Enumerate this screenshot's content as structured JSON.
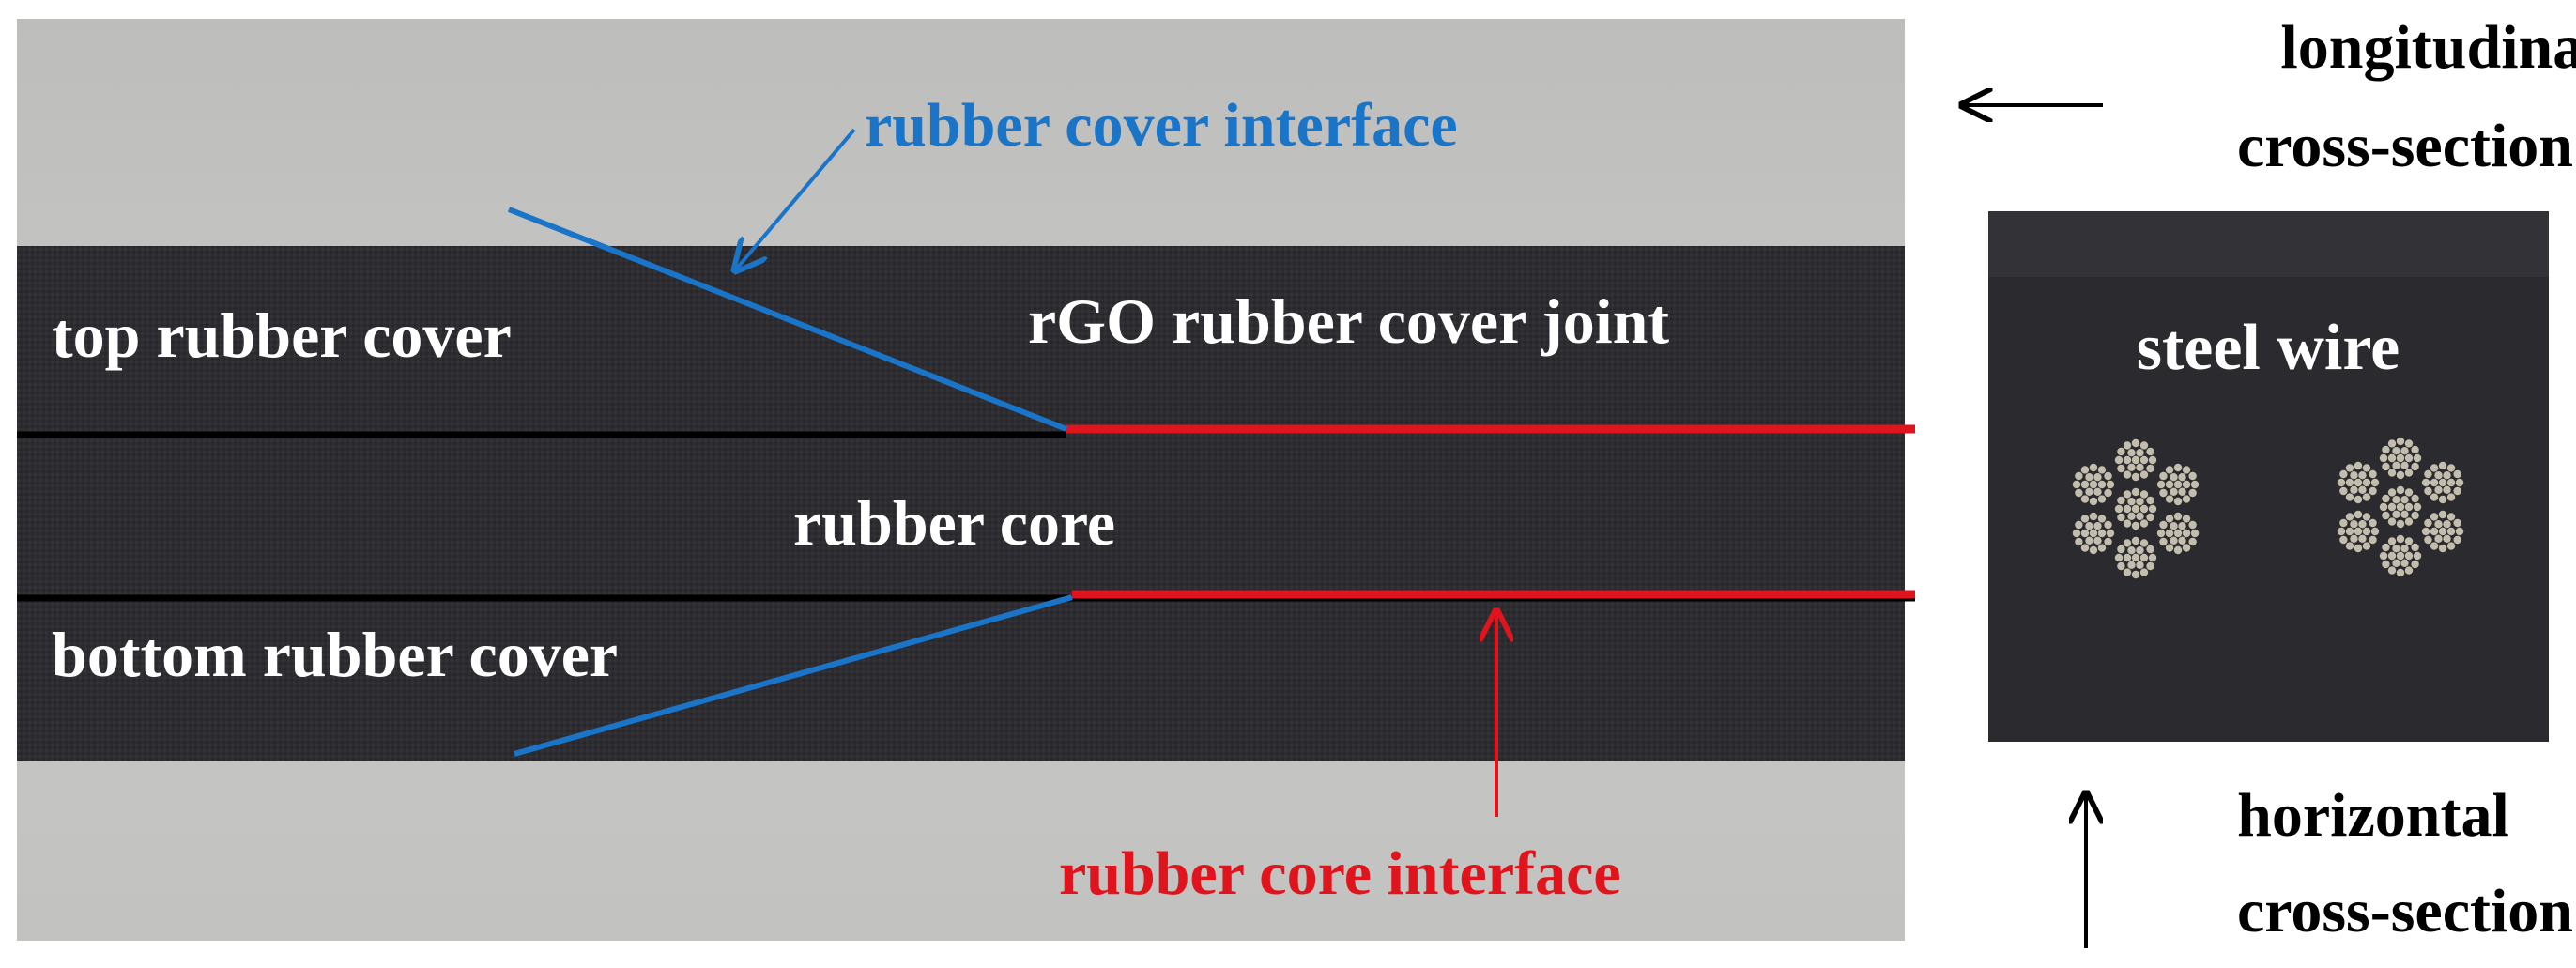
{
  "longitudinal_view": {
    "layers": {
      "top_cover": "top rubber cover",
      "joint": "rGO rubber cover joint",
      "core": "rubber core",
      "bottom_cover": "bottom rubber cover"
    },
    "callouts": {
      "cover_interface": "rubber cover interface",
      "core_interface": "rubber core interface"
    },
    "colors": {
      "cover_interface": "#1a75c9",
      "core_interface": "#e0141c",
      "belt": "#2c2c31",
      "background_photo": "#c4c4c2",
      "layer_boundary": "#000000"
    }
  },
  "horizontal_view": {
    "label": "steel wire",
    "background": "#2b2b2f",
    "strand_color": "#cfcab8"
  },
  "view_labels": {
    "longitudinal": [
      "longitudinal",
      "cross-section"
    ],
    "horizontal": [
      "horizontal",
      "cross-section"
    ]
  }
}
